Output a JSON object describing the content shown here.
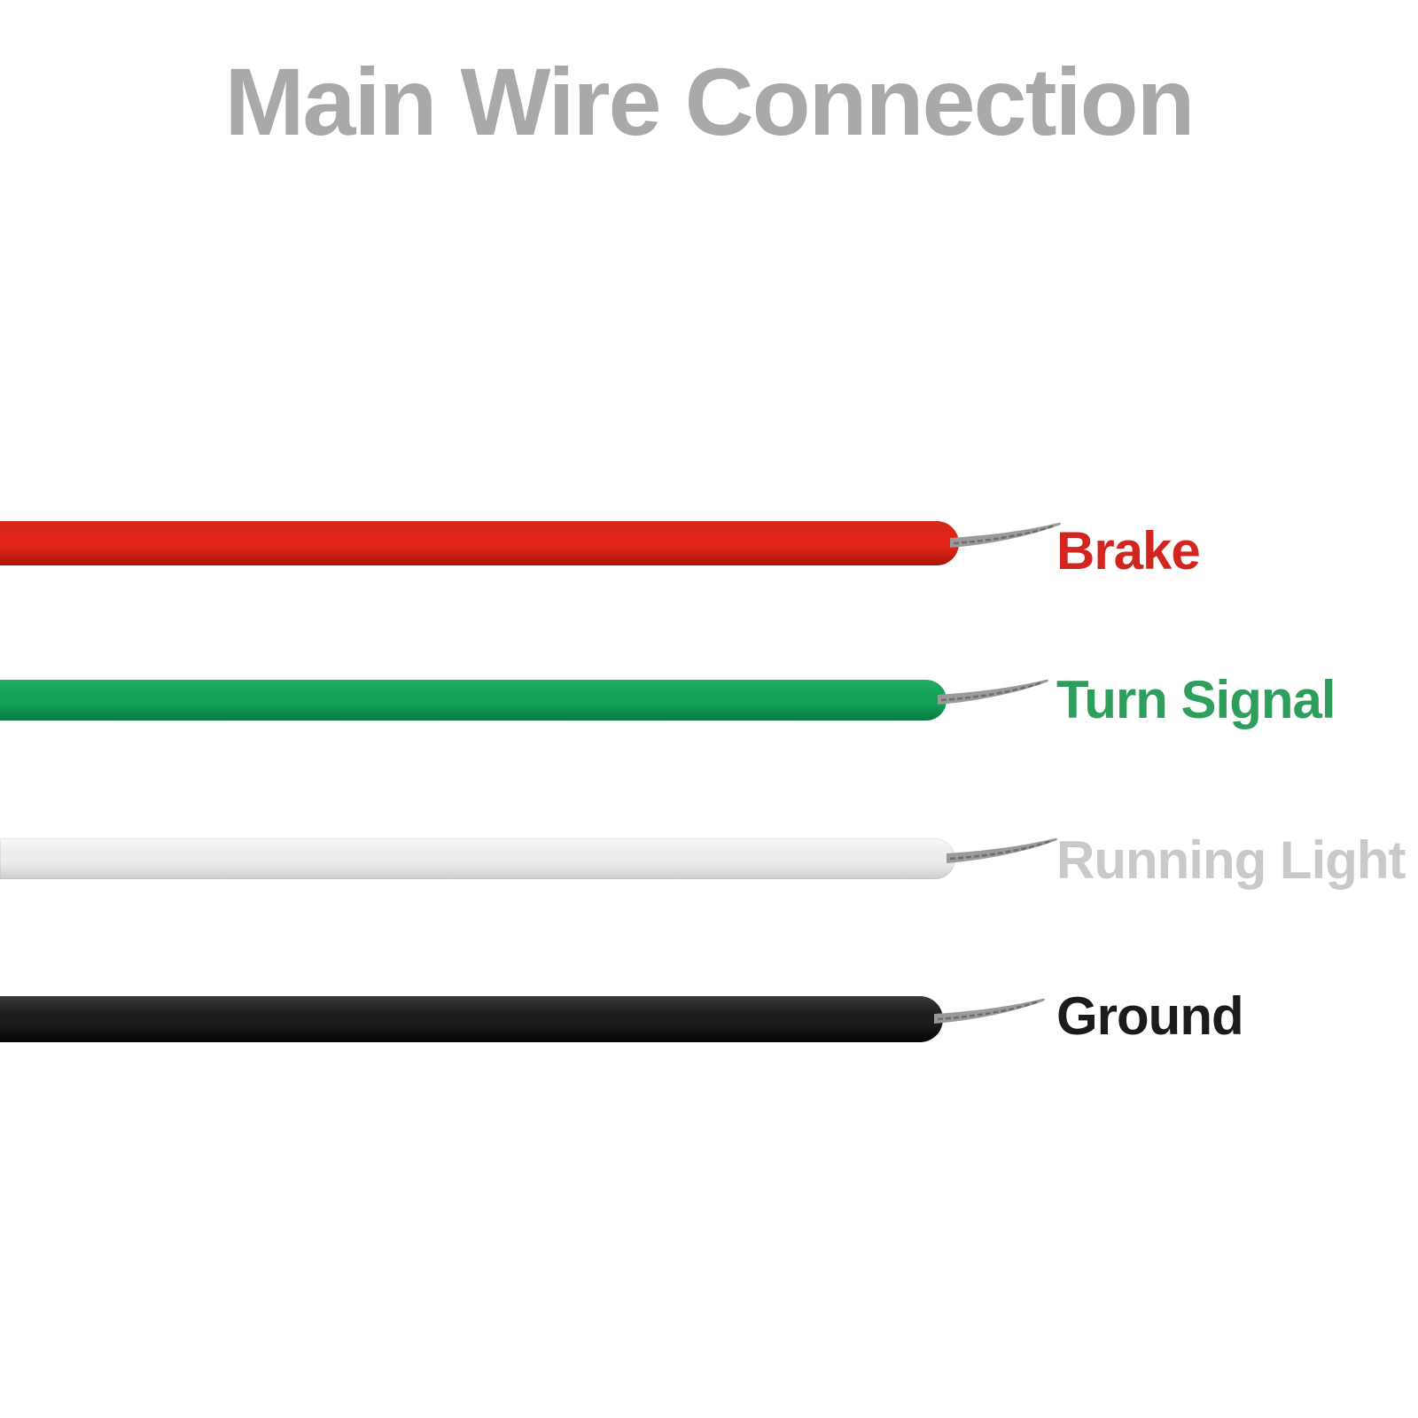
{
  "page": {
    "background": "#ffffff"
  },
  "title": {
    "text": "Main Wire Connection",
    "color": "#a9a9a9"
  },
  "strand": {
    "color": "#9a9a9a",
    "dark": "#5f5f5f"
  },
  "wires": [
    {
      "name": "brake",
      "label": "Brake",
      "label_color": "#d2251f",
      "color": "#e02418",
      "shade_top": "#d6281c",
      "shade_bottom": "#a81608"
    },
    {
      "name": "turn_signal",
      "label": "Turn Signal",
      "label_color": "#2e9e5c",
      "color": "#12a156",
      "shade_top": "#23ad66",
      "shade_bottom": "#0a7a40"
    },
    {
      "name": "running_light",
      "label": "Running Light",
      "label_color": "#c9c9c9",
      "color": "#ececec",
      "shade_top": "#f7f7f7",
      "shade_bottom": "#cfcfcf"
    },
    {
      "name": "ground",
      "label": "Ground",
      "label_color": "#1b1b1b",
      "color": "#1d1d1d",
      "shade_top": "#3a3a3a",
      "shade_bottom": "#040404"
    }
  ]
}
